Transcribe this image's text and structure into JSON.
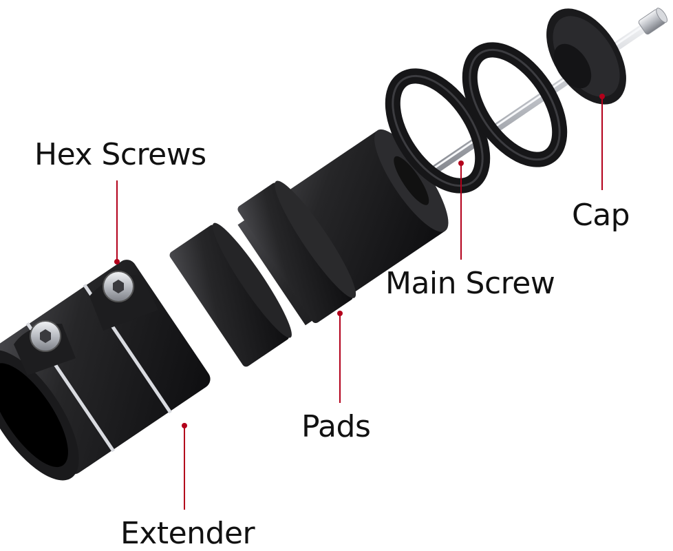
{
  "colors": {
    "leader_line": "#b3001b",
    "label_text": "#111111",
    "part_body": "#1b1b1d",
    "part_highlight": "#4a4a4e",
    "metal": "#c9ccd1"
  },
  "callouts": {
    "hex_screws": "Hex Screws",
    "cap": "Cap",
    "main_screw": "Main Screw",
    "pads": "Pads",
    "extender": "Extender"
  }
}
